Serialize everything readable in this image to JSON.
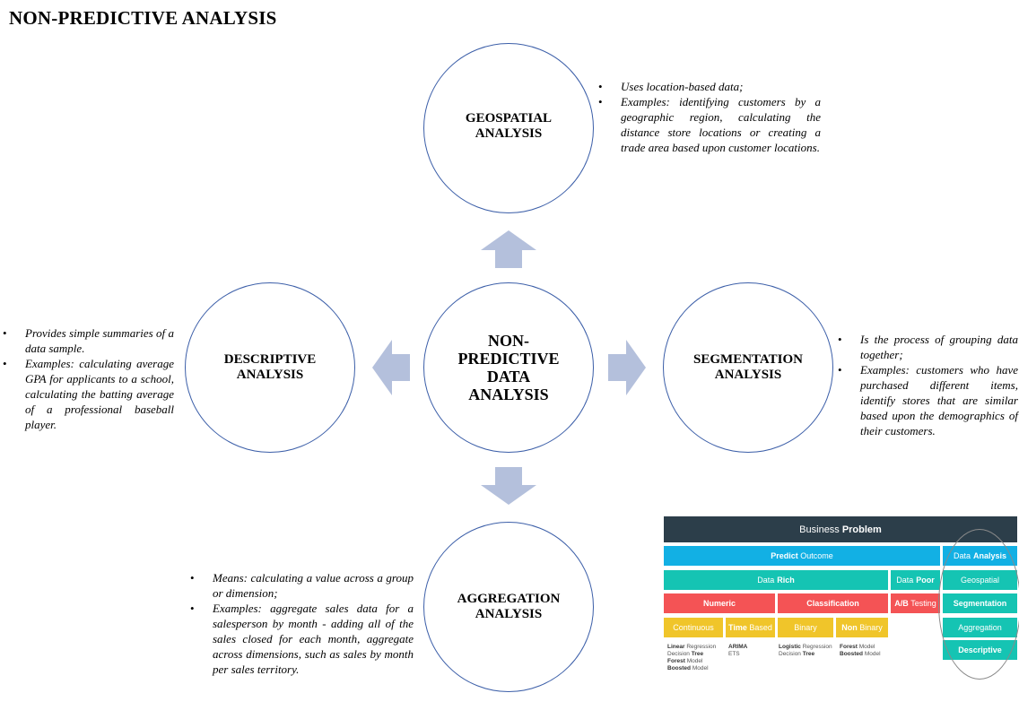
{
  "page": {
    "title": "NON-PREDICTIVE ANALYSIS"
  },
  "circles": {
    "geospatial": [
      "GEOSPATIAL",
      "ANALYSIS"
    ],
    "descriptive": [
      "DESCRIPTIVE",
      "ANALYSIS"
    ],
    "center": [
      "NON-",
      "PREDICTIVE",
      "DATA",
      "ANALYSIS"
    ],
    "segmentation": [
      "SEGMENTATION",
      "ANALYSIS"
    ],
    "aggregation": [
      "AGGREGATION",
      "ANALYSIS"
    ]
  },
  "bullets": {
    "geospatial": [
      "Uses location-based data;",
      "Examples: identifying customers by a geographic region, calculating the distance store locations or creating a trade area based upon customer locations."
    ],
    "descriptive": [
      "Provides simple summaries of a data sample.",
      "Examples: calculating average GPA for applicants to a school, calculating the batting average of a professional baseball player."
    ],
    "segmentation": [
      "Is the process of grouping data together;",
      "Examples: customers who have purchased different items, identify stores that are similar based upon the demographics of their customers."
    ],
    "aggregation": [
      "Means: calculating a value across a group or dimension;",
      "Examples: aggregate sales data for a salesperson by month - adding all of the sales closed for each month, aggregate across dimensions, such as sales by month per sales territory."
    ]
  },
  "colors": {
    "circle_border": "#3b5ea8",
    "arrow_fill": "#b4c0dc",
    "header_dark": "#2c3e4a",
    "blue": "#12b0e4",
    "teal": "#15c4b3",
    "red": "#f45355",
    "yellow": "#f0c52a"
  },
  "infographic": {
    "header": {
      "a": "Business",
      "b": "Problem"
    },
    "predict": {
      "a": "Predict",
      "b": "Outcome"
    },
    "data_analysis": {
      "a": "Data",
      "b": "Analysis"
    },
    "data_rich": {
      "a": "Data",
      "b": "Rich"
    },
    "data_poor": {
      "a": "Data",
      "b": "Poor"
    },
    "geospatial": "Geospatial",
    "numeric": "Numeric",
    "classification": "Classification",
    "ab_testing": {
      "a": "A/B",
      "b": "Testing"
    },
    "segmentation": "Segmentation",
    "continuous": "Continuous",
    "time_based": {
      "a": "Time",
      "b": "Based"
    },
    "binary": "Binary",
    "non_binary": {
      "a": "Non",
      "b": "Binary"
    },
    "aggregation": "Aggregation",
    "descriptive": "Descriptive",
    "models": {
      "linear_regression": {
        "a": "Linear",
        "b": "Regression"
      },
      "decision_tree": {
        "a": "Decision",
        "b": "Tree"
      },
      "forest_model": {
        "a": "Forest",
        "b": "Model"
      },
      "boosted_model": {
        "a": "Boosted",
        "b": "Model"
      },
      "arima": "ARIMA",
      "ets": "ETS",
      "logistic_regression": {
        "a": "Logistic",
        "b": "Regression"
      },
      "decision_tree_2": {
        "a": "Decision",
        "b": "Tree"
      },
      "forest_model_2": {
        "a": "Forest",
        "b": "Model"
      },
      "boosted_model_2": {
        "a": "Boosted",
        "b": "Model"
      }
    }
  }
}
